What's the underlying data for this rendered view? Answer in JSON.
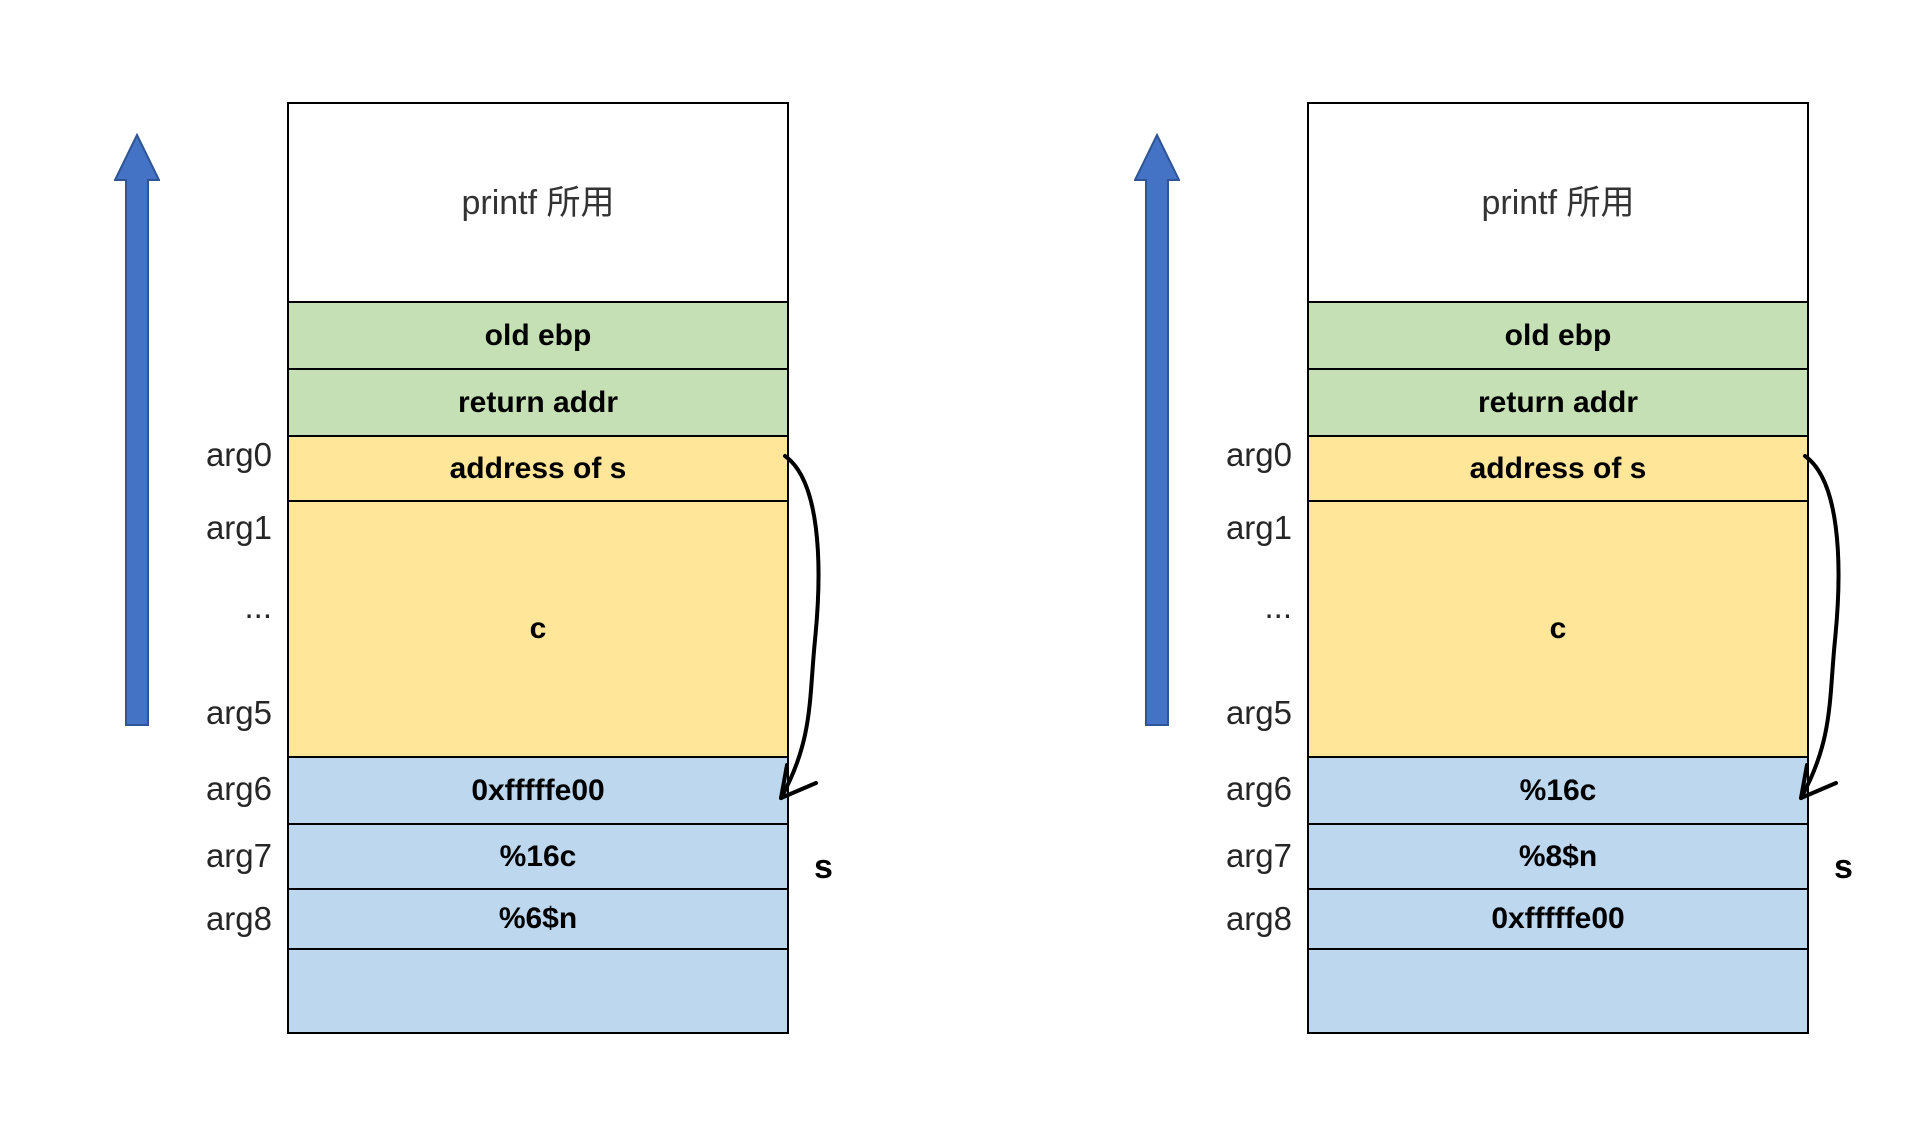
{
  "diagrams": [
    {
      "name": "stack-before",
      "top_cell": "printf 所用",
      "cells": [
        {
          "text": "old ebp"
        },
        {
          "text": "return addr"
        },
        {
          "text": "address of s"
        },
        {
          "text": "c"
        },
        {
          "text": "0xfffffe00"
        },
        {
          "text": "%16c"
        },
        {
          "text": "%6$n"
        },
        {
          "text": ""
        }
      ],
      "arg_labels": [
        "arg0",
        "arg1",
        "...",
        "arg5",
        "arg6",
        "arg7",
        "arg8"
      ],
      "pointer_label": "s"
    },
    {
      "name": "stack-after",
      "top_cell": "printf 所用",
      "cells": [
        {
          "text": "old ebp"
        },
        {
          "text": "return addr"
        },
        {
          "text": "address of s"
        },
        {
          "text": "c"
        },
        {
          "text": "%16c"
        },
        {
          "text": "%8$n"
        },
        {
          "text": "0xfffffe00"
        },
        {
          "text": ""
        }
      ],
      "arg_labels": [
        "arg0",
        "arg1",
        "...",
        "arg5",
        "arg6",
        "arg7",
        "arg8"
      ],
      "pointer_label": "s"
    }
  ],
  "colors": {
    "green_cell": "#c5e0b4",
    "yellow_cell": "#ffe699",
    "blue_cell": "#bdd7ee",
    "arrow_fill": "#4472c4",
    "arrow_stroke": "#2f5597",
    "line": "#000000"
  }
}
